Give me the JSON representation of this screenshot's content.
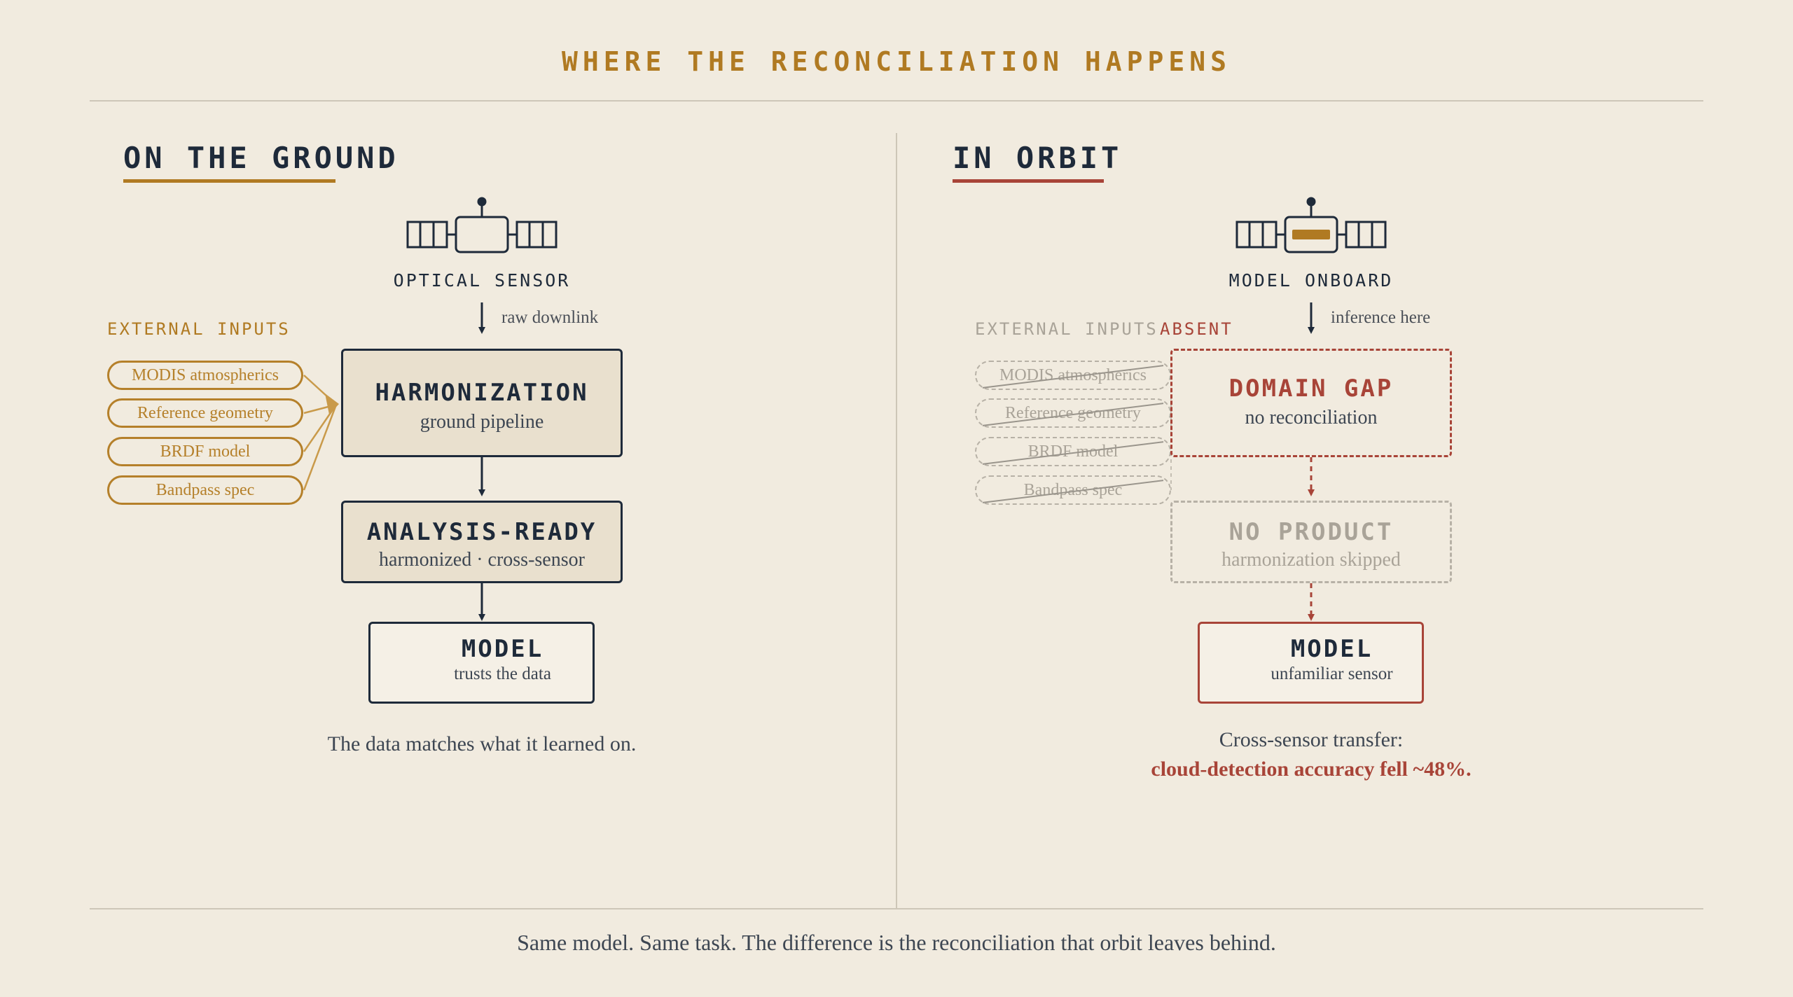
{
  "page_title": "WHERE THE RECONCILIATION HAPPENS",
  "ground": {
    "title": "ON THE GROUND",
    "sensor_label": "OPTICAL SENSOR",
    "downlink_label": "raw downlink",
    "external_inputs_label": "EXTERNAL INPUTS",
    "inputs": [
      "MODIS atmospherics",
      "Reference geometry",
      "BRDF model",
      "Bandpass spec"
    ],
    "harmonization": {
      "title": "HARMONIZATION",
      "subtitle": "ground pipeline"
    },
    "analysis": {
      "title": "ANALYSIS-READY",
      "subtitle": "harmonized · cross-sensor"
    },
    "model": {
      "title": "MODEL",
      "subtitle": "trusts the data"
    },
    "caption": "The data matches what it learned on."
  },
  "orbit": {
    "title": "IN ORBIT",
    "sensor_label": "MODEL ONBOARD",
    "inference_label": "inference here",
    "external_inputs_label": "EXTERNAL INPUTS",
    "absent_label": "ABSENT",
    "inputs": [
      "MODIS atmospherics",
      "Reference geometry",
      "BRDF model",
      "Bandpass spec"
    ],
    "domain_gap": {
      "title": "DOMAIN GAP",
      "subtitle": "no reconciliation"
    },
    "no_product": {
      "title": "NO PRODUCT",
      "subtitle": "harmonization skipped"
    },
    "model": {
      "title": "MODEL",
      "subtitle": "unfamiliar sensor"
    },
    "caption_line1": "Cross-sensor transfer:",
    "caption_line2": "cloud-detection accuracy fell ~48%."
  },
  "footer": "Same model. Same task. The difference is the reconciliation that orbit leaves behind.",
  "colors": {
    "background": "#f1ebdf",
    "ink": "#1e2a3a",
    "gold": "#b07a22",
    "red": "#a84438",
    "faded": "#a9a398"
  }
}
